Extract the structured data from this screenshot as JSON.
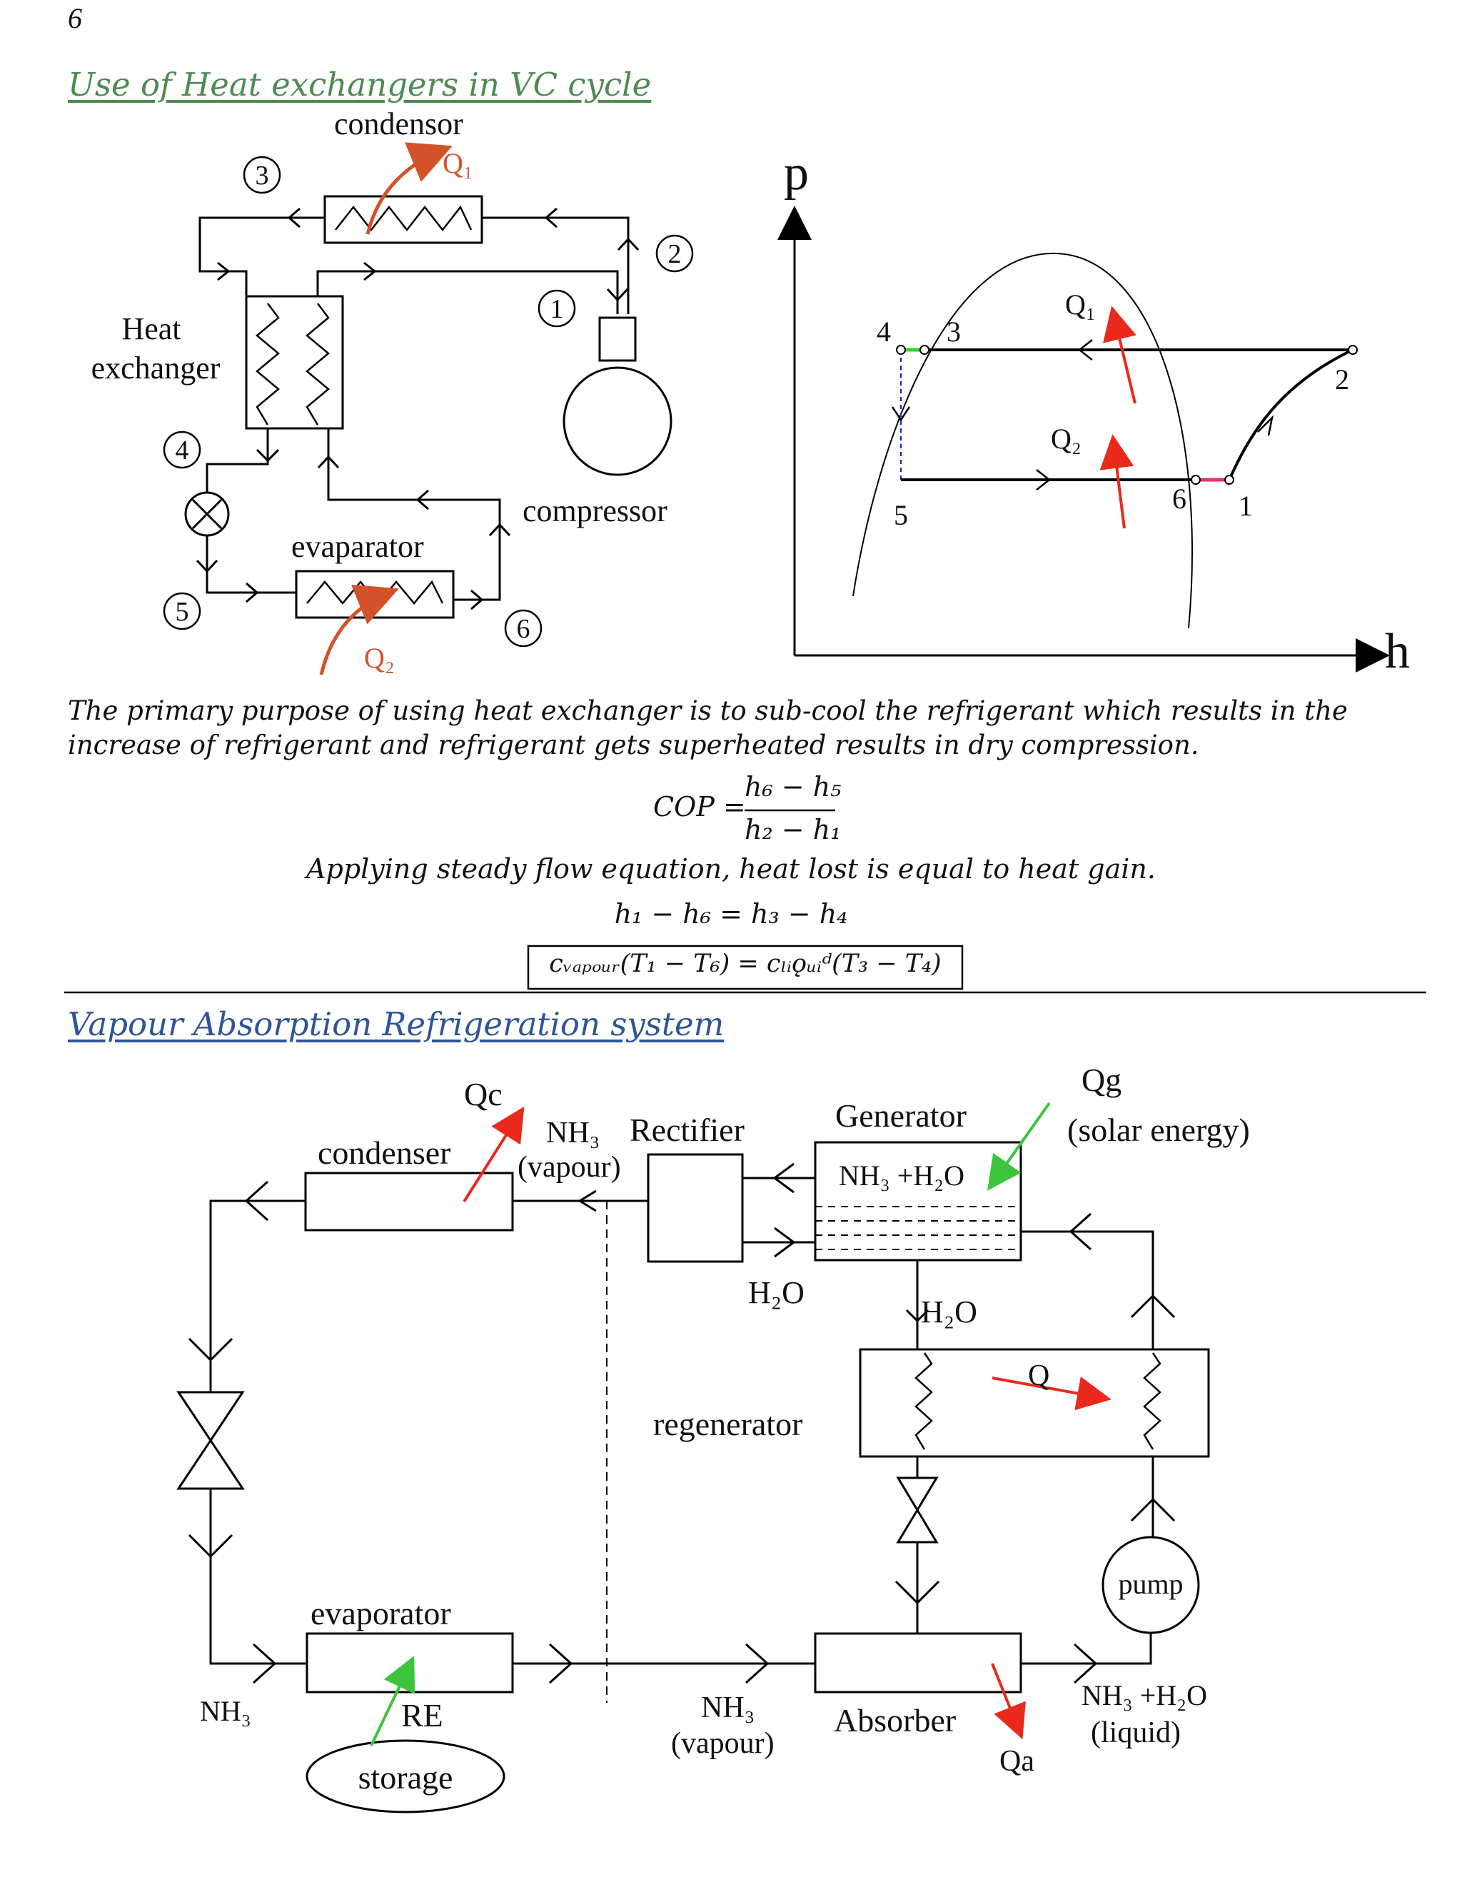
{
  "page_number": "6",
  "section1": {
    "heading": "Use of Heat exchangers in VC cycle",
    "diagram": {
      "condensor": "condensor",
      "q1": "Q₁",
      "q2": "Q₂",
      "heat_exchanger": [
        "Heat",
        "exchanger"
      ],
      "evaparator": "evaparator",
      "compressor": "compressor",
      "states": [
        "1",
        "2",
        "3",
        "4",
        "5",
        "6"
      ]
    },
    "ph_diagram": {
      "p_axis": "p",
      "h_axis": "h",
      "q1": "Q₁",
      "q2": "Q₂",
      "points": [
        "4",
        "3",
        "2",
        "5",
        "6",
        "1"
      ]
    },
    "paragraph": "The primary purpose of using heat exchanger is to sub-cool the refrigerant which results in the increase of refrigerant and refrigerant gets superheated results in dry compression.",
    "cop_label": "COP =",
    "cop_numerator": "h₆ − h₅",
    "cop_denominator": "h₂ − h₁",
    "steady_flow_text": "Applying steady flow equation, heat lost is equal to heat gain.",
    "enthalpy_eq": "h₁ − h₆ = h₃ − h₄",
    "boxed_eq": "cᵥₐₚₒᵤᵣ(T₁ − T₆) = cₗᵢǫᵤᵢᵈ(T₃ − T₄)"
  },
  "section2": {
    "heading": "Vapour Absorption Refrigeration system",
    "diagram": {
      "qc": "Qc",
      "condenser": "condenser",
      "nh3_vapour_top": [
        "NH₃",
        "(vapour)"
      ],
      "rectifier": "Rectifier",
      "generator": "Generator",
      "nh3_h2o_gen": "NH₃ +H₂O",
      "qg": [
        "Qg",
        "(solar energy)"
      ],
      "h2o_left": "H₂O",
      "h2o_right": "H₂O",
      "q": "Q",
      "regenerator": "regenerator",
      "pump": "pump",
      "evaporator": "evaporator",
      "nh3_left": "NH₃",
      "re": "RE",
      "storage": "storage",
      "nh3_vapour_bottom": [
        "NH₃",
        "(vapour)"
      ],
      "absorber": "Absorber",
      "qa": "Qa",
      "nh3_h2o_liquid": [
        "NH₃ +H₂O",
        "(liquid)"
      ]
    }
  }
}
